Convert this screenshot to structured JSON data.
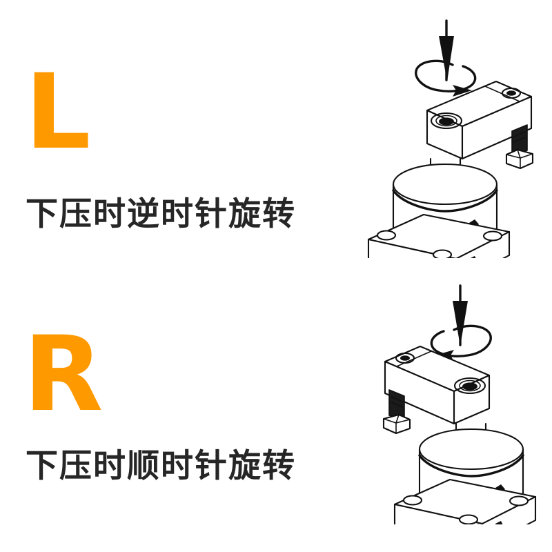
{
  "page": {
    "title": "Rotary Clamp Cylinder Rotation Direction",
    "background_color": "#ffffff",
    "accent_color": "#ff9900",
    "text_color": "#262626",
    "line_color": "#111111"
  },
  "variants": [
    {
      "code": "L",
      "code_label": "L",
      "caption": "下压时逆时针旋转",
      "rotation": "counterclockwise",
      "arm_direction": "right",
      "figure_name": "rotary-clamp-cylinder-left-hand"
    },
    {
      "code": "R",
      "code_label": "R",
      "caption": "下压时顺时针旋转",
      "rotation": "clockwise",
      "arm_direction": "left",
      "figure_name": "rotary-clamp-cylinder-right-hand"
    }
  ],
  "figure_parts": {
    "down_arrow": "down-arrow-icon",
    "rotation_arrow": "rotation-arrow-icon",
    "clamp_arm": "clamp-arm",
    "arm_socket_screw": "socket-head-screw",
    "clamp_bolt": "hex-head-clamp-bolt",
    "piston_rod": "piston-rod",
    "cylinder_body": "cylinder-body",
    "cylinder_port": "air-port",
    "flange_base": "square-flange-base",
    "mounting_hole": "mounting-hole"
  }
}
